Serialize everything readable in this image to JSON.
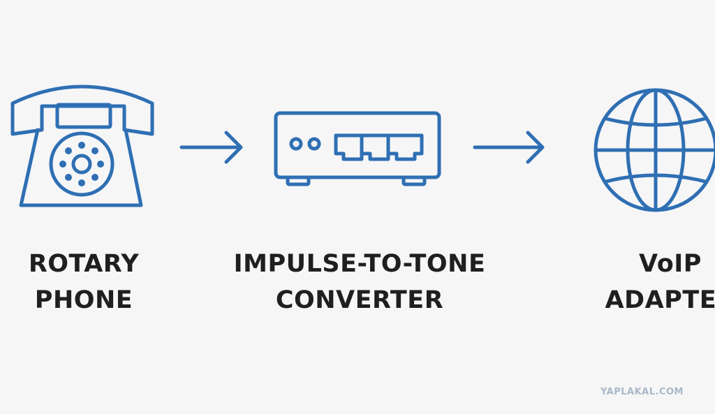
{
  "colors": {
    "stroke": "#2f6fb3",
    "text": "#1f1f1f",
    "background": "#f6f6f7",
    "watermark": "#a9b8c8"
  },
  "nodes": [
    {
      "id": "rotary-phone",
      "icon": "rotary-phone-icon",
      "label_lines": [
        "ROTARY",
        "PHONE"
      ]
    },
    {
      "id": "converter",
      "icon": "converter-box-icon",
      "label_lines": [
        "IMPULSE-TO-TONE",
        "CONVERTER"
      ]
    },
    {
      "id": "voip-adapter",
      "icon": "globe-icon",
      "label_lines": [
        "VoIP",
        "ADAPTER"
      ]
    }
  ],
  "edges": [
    {
      "from": "rotary-phone",
      "to": "converter",
      "icon": "arrow-right-icon"
    },
    {
      "from": "converter",
      "to": "voip-adapter",
      "icon": "arrow-right-icon"
    }
  ],
  "watermark": "YAPLAKAL.COM"
}
